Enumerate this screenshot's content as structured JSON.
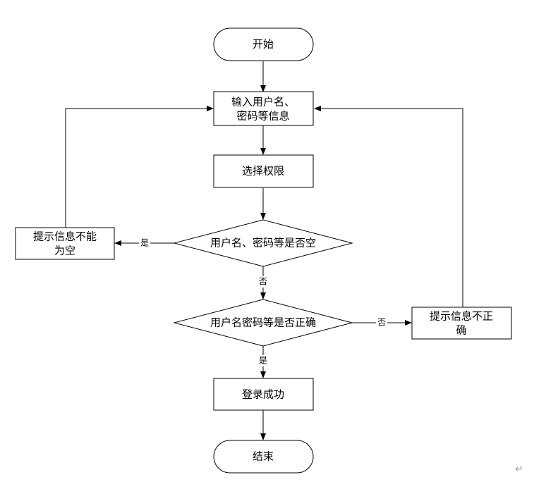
{
  "nodes": {
    "start": {
      "lines": [
        "开始"
      ]
    },
    "input": {
      "lines": [
        "输入用户名、",
        "密码等信息"
      ]
    },
    "select_role": {
      "lines": [
        "选择权限"
      ]
    },
    "check_empty": {
      "lines": [
        "用户名、密码等是否空"
      ]
    },
    "empty_msg": {
      "lines": [
        "提示信息不能",
        "为空"
      ]
    },
    "check_valid": {
      "lines": [
        "用户名密码等是否正确"
      ]
    },
    "invalid_msg": {
      "lines": [
        "提示信息不正",
        "确"
      ]
    },
    "success": {
      "lines": [
        "登录成功"
      ]
    },
    "end": {
      "lines": [
        "结束"
      ]
    }
  },
  "edge_labels": {
    "empty_yes": "是",
    "empty_no": "否",
    "valid_no": "否",
    "valid_yes": "是"
  },
  "paragraph_mark": "↵"
}
